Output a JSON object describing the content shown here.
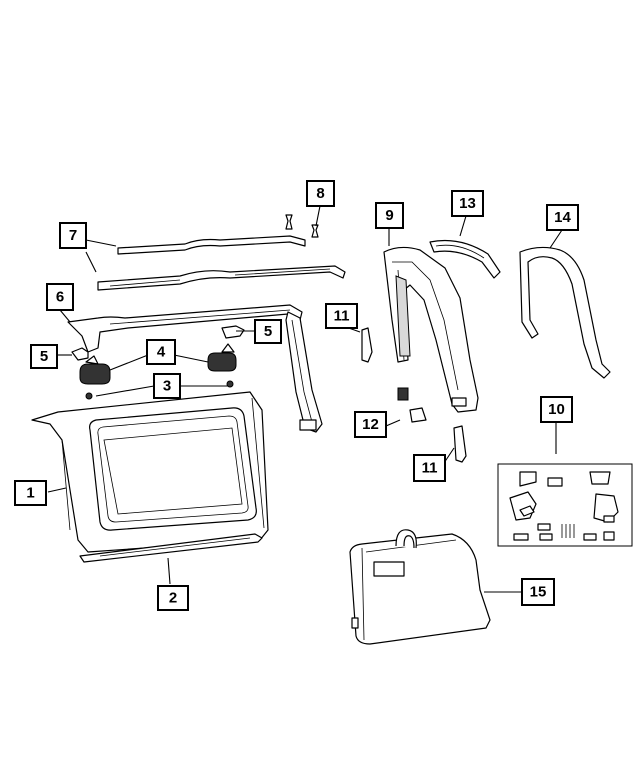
{
  "callouts": [
    {
      "id": "c1",
      "label": "1"
    },
    {
      "id": "c2",
      "label": "2"
    },
    {
      "id": "c3",
      "label": "3"
    },
    {
      "id": "c4",
      "label": "4"
    },
    {
      "id": "c5a",
      "label": "5"
    },
    {
      "id": "c5b",
      "label": "5"
    },
    {
      "id": "c6",
      "label": "6"
    },
    {
      "id": "c7",
      "label": "7"
    },
    {
      "id": "c8",
      "label": "8"
    },
    {
      "id": "c9",
      "label": "9"
    },
    {
      "id": "c10",
      "label": "10"
    },
    {
      "id": "c11a",
      "label": "11"
    },
    {
      "id": "c11b",
      "label": "11"
    },
    {
      "id": "c12",
      "label": "12"
    },
    {
      "id": "c13",
      "label": "13"
    },
    {
      "id": "c14",
      "label": "14"
    },
    {
      "id": "c15",
      "label": "15"
    }
  ]
}
